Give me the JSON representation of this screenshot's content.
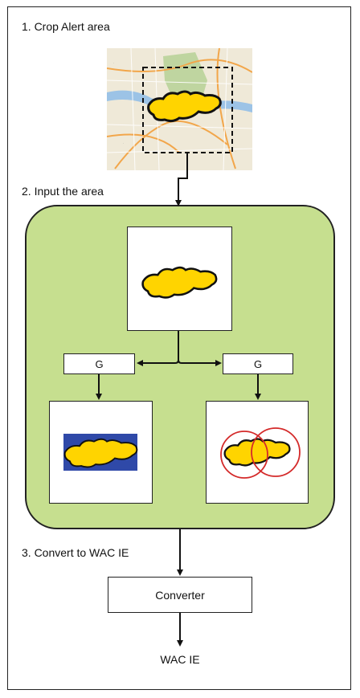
{
  "steps": {
    "crop": "1. Crop Alert area",
    "input": "2. Input the area",
    "convert": "3. Convert to  WAC IE"
  },
  "generator_labels": [
    "G",
    "G"
  ],
  "converter_label": "Converter",
  "output_label": "WAC IE",
  "colors": {
    "panel_fill": "#c6df8f",
    "area_fill": "#ffd400",
    "bounding_box_fill": "#2f49a8",
    "circle_stroke": "#d42a2a",
    "map_background": "#efe9d8"
  },
  "icons": [
    "map-thumbnail",
    "alert-area-shape",
    "arrow-icon"
  ]
}
